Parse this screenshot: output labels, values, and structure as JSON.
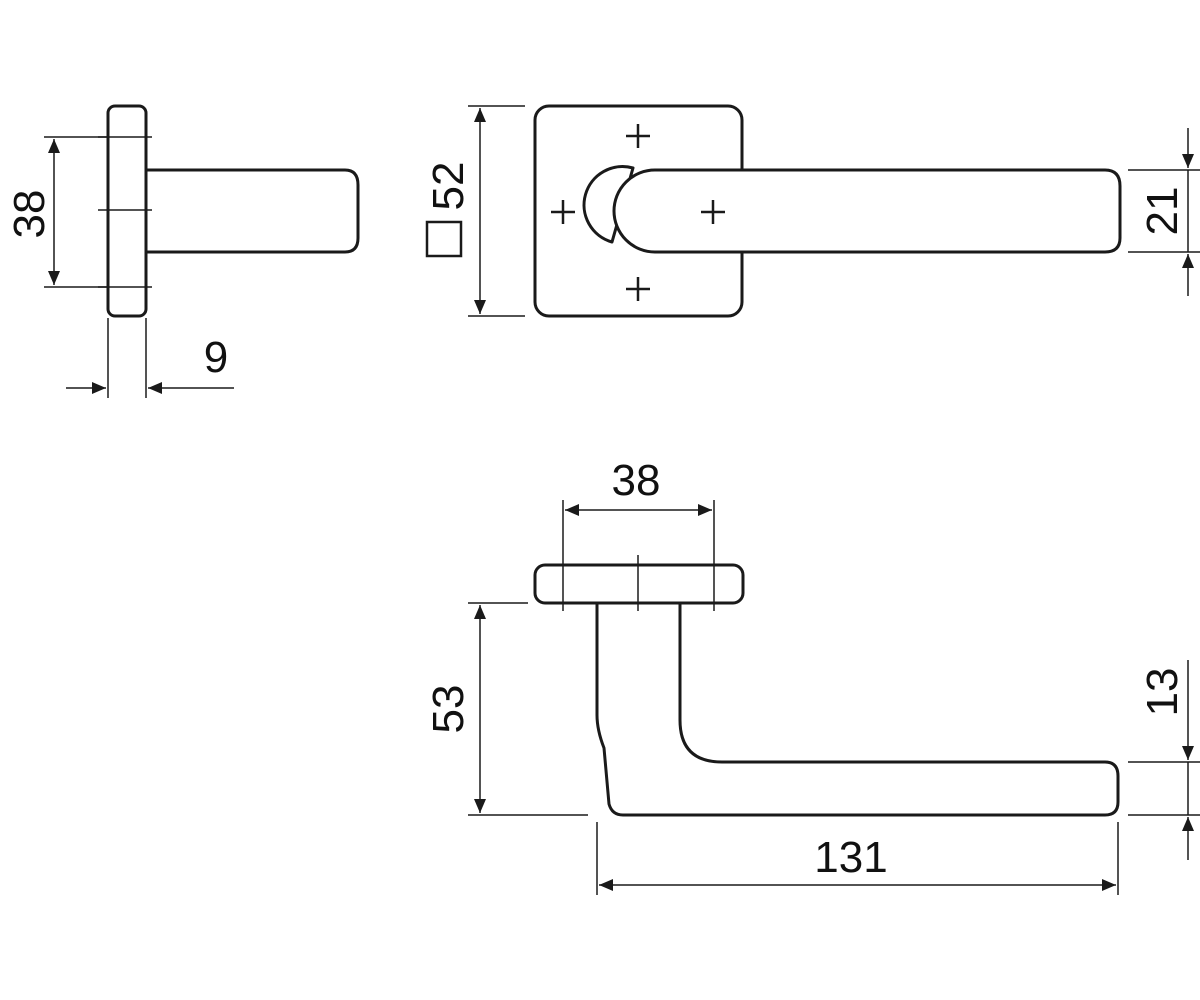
{
  "colors": {
    "line": "#1a1a1a",
    "text": "#111111",
    "background": "#ffffff"
  },
  "dimensions": {
    "side_rose_height": "38",
    "side_rose_depth": "9",
    "front_rose_square_symbol": "square-symbol-icon",
    "front_rose_size": "52",
    "front_lever_width": "21",
    "top_rose_width": "38",
    "top_projection": "53",
    "top_lever_thickness": "13",
    "top_total_length": "131"
  }
}
